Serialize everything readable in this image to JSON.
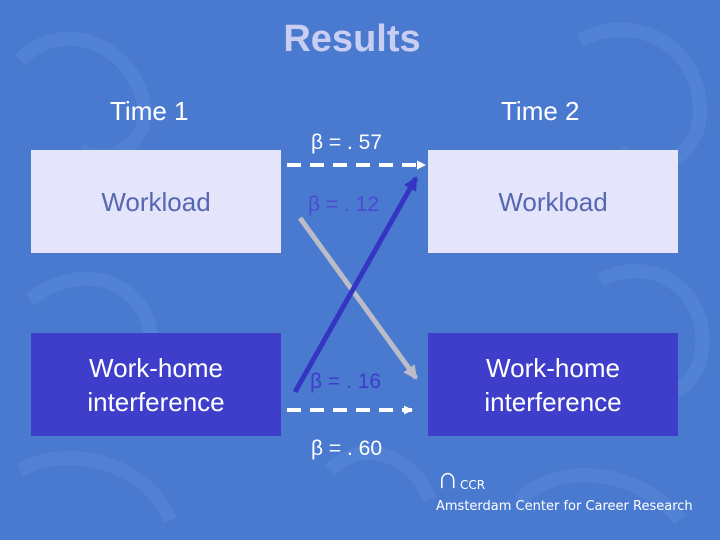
{
  "slide": {
    "title": "Results",
    "time1_label": "Time 1",
    "time2_label": "Time 2"
  },
  "boxes": {
    "t1_workload": "Workload",
    "t1_interference": "Work-home\ninterference",
    "t2_workload": "Workload",
    "t2_interference": "Work-home\ninterference"
  },
  "paths": {
    "workload_stability": "β = . 57",
    "interference_to_workload": "β = . 12",
    "workload_to_interference": "β = . 16",
    "interference_stability": "β = . 60"
  },
  "logo": {
    "mark": "∩",
    "abbreviation": "CCR",
    "name": "Amsterdam Center for Career Research"
  },
  "colors": {
    "background": "#4a7ad0",
    "title": "#c8cef2",
    "box_light": "#e4e5fb",
    "box_light_text": "#5566b3",
    "box_dark": "#3e3ecb",
    "arrow_dashed": "#ffffff",
    "arrow_blue": "#3535c4",
    "arrow_gray": "#bcbcc6"
  }
}
